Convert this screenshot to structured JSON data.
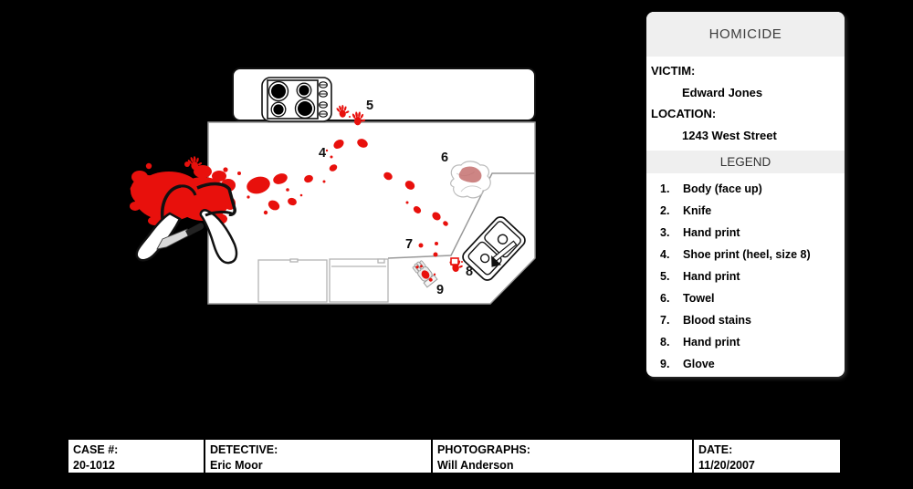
{
  "panel": {
    "title": "HOMICIDE",
    "victim_label": "VICTIM:",
    "victim_name": "Edward Jones",
    "location_label": "LOCATION:",
    "location_value": "1243 West Street",
    "legend_title": "LEGEND",
    "legend_items": [
      {
        "num": "1.",
        "label": "Body (face up)"
      },
      {
        "num": "2.",
        "label": "Knife"
      },
      {
        "num": "3.",
        "label": "Hand print"
      },
      {
        "num": "4.",
        "label": "Shoe print (heel, size 8)"
      },
      {
        "num": "5.",
        "label": "Hand print"
      },
      {
        "num": "6.",
        "label": "Towel"
      },
      {
        "num": "7.",
        "label": "Blood stains"
      },
      {
        "num": "8.",
        "label": "Hand print"
      },
      {
        "num": "9.",
        "label": "Glove"
      }
    ]
  },
  "diagram": {
    "markers": [
      "4",
      "5",
      "6",
      "7",
      "8",
      "9"
    ]
  },
  "footer": {
    "cells": [
      {
        "label": "CASE #:",
        "value": "20-1012"
      },
      {
        "label": "DETECTIVE:",
        "value": "Eric Moor"
      },
      {
        "label": "PHOTOGRAPHS:",
        "value": "Will Anderson"
      },
      {
        "label": "DATE:",
        "value": "11/20/2007"
      }
    ]
  },
  "colors": {
    "background": "#000000",
    "blood": "#e8100c",
    "panel_band": "#efefef",
    "wall_gray": "#999999"
  }
}
